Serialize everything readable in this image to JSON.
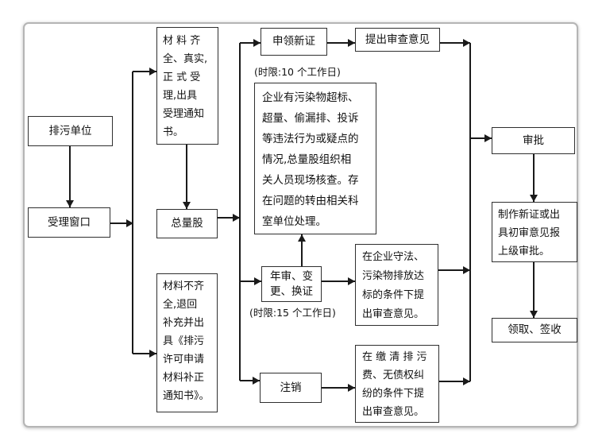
{
  "diagram": {
    "nodes": {
      "discharge_unit": {
        "label": "排污单位"
      },
      "acceptance_window": {
        "label": "受理窗口"
      },
      "materials_complete": {
        "lines": [
          "材 料 齐",
          "全、真实,",
          "正 式 受",
          "理,出具",
          "受理通知",
          "书。"
        ]
      },
      "total_amount_section": {
        "label": "总量股"
      },
      "materials_incomplete": {
        "lines": [
          "材料不齐",
          "全,退回",
          "补充并出",
          "具《排污",
          "许可申请",
          "材料补正",
          "通知书》。"
        ]
      },
      "apply_new_cert": {
        "label": "申领新证"
      },
      "time_limit_new": {
        "label": "(时限:10 个工作日)"
      },
      "review_opinion": {
        "label": "提出审查意见"
      },
      "onsite_verification": {
        "lines": [
          "企业有污染物超标、",
          "超量、偷漏排、投诉",
          "等违法行为或疑点的",
          "情况,总量股组织相",
          "关人员现场核查。存",
          "在问题的转由相关科",
          "室单位处理。"
        ]
      },
      "annual_review": {
        "lines": [
          "年审、变",
          "更、换证"
        ]
      },
      "time_limit_renew": {
        "label": "(时限:15 个工作日)"
      },
      "compliance_opinion": {
        "lines": [
          "在企业守法、",
          "污染物排放达",
          "标的条件下提",
          "出审查意见。"
        ]
      },
      "cancellation": {
        "label": "注销"
      },
      "fee_clear_opinion": {
        "lines": [
          "在 缴 清 排 污",
          "费、无债权纠",
          "纷的条件下提",
          "出审查意见。"
        ]
      },
      "approval": {
        "label": "审批"
      },
      "issue_cert": {
        "lines": [
          "制作新证或出",
          "具初审意见报",
          "上级审批。"
        ]
      },
      "receive_sign": {
        "label": "领取、签收"
      }
    },
    "colors": {
      "line": "#1a1a1a",
      "box_border": "#2f2f2f",
      "text": "#111111",
      "frame_border": "#b5b5b5",
      "background": "#ffffff"
    }
  }
}
